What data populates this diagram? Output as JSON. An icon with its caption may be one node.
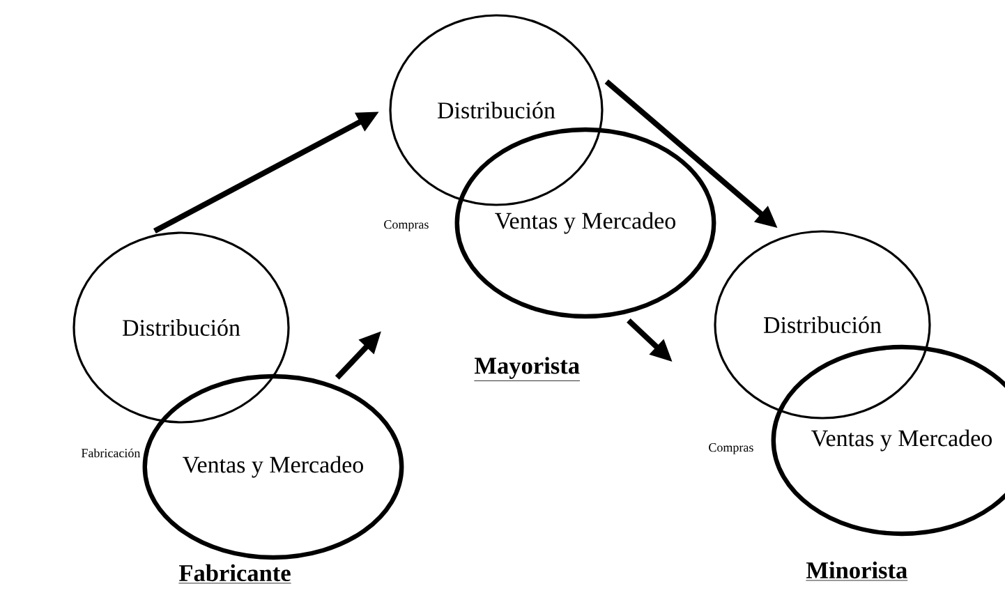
{
  "diagram": {
    "nodes": [
      {
        "text": [
          "Distribución"
        ]
      },
      {
        "text": [
          "Ventas y Mercadeo"
        ]
      },
      {
        "text": [
          "Distribución"
        ]
      },
      {
        "text": [
          "Ventas y Mercadeo"
        ]
      },
      {
        "text": [
          "Distribución"
        ]
      },
      {
        "text": [
          "Ventas y Mercadeo"
        ]
      }
    ],
    "edges": [
      {
        "from": 0,
        "to": 2,
        "arrow": "to"
      },
      {
        "from": 1,
        "to": null,
        "arrow": "to"
      },
      {
        "from": 2,
        "to": 4,
        "arrow": "to"
      },
      {
        "from": 3,
        "to": null,
        "arrow": "to"
      }
    ],
    "labels": [
      "Compras",
      "Mayorista",
      "Fabricación",
      "Compras",
      "Fabricante",
      "Minorista"
    ]
  }
}
